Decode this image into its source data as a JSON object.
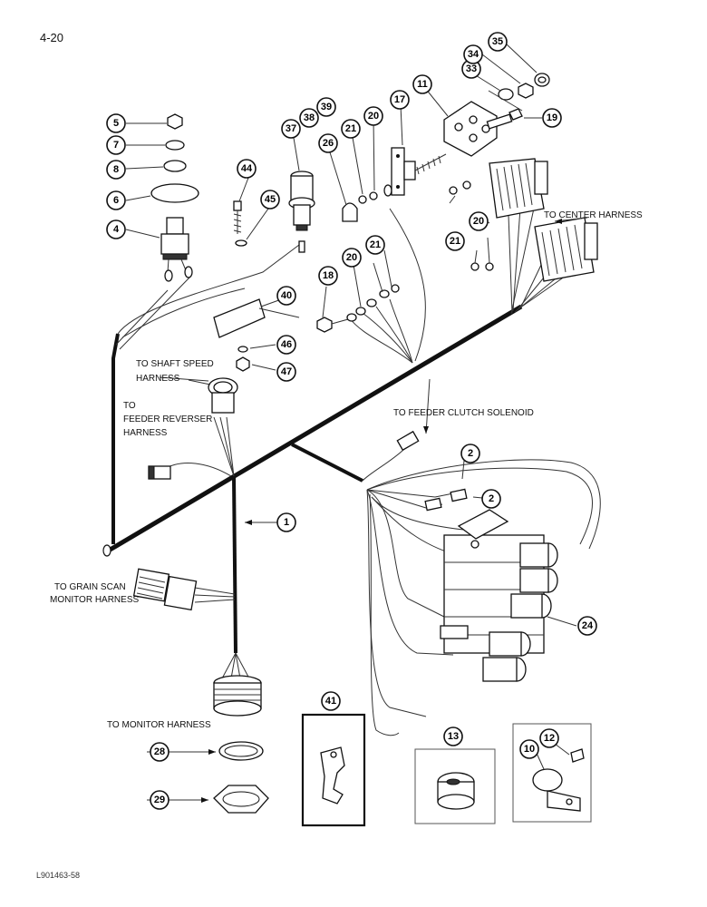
{
  "page": {
    "number": "4-20",
    "footer_code": "L901463-58"
  },
  "labels": {
    "to_center_harness": "TO CENTER HARNESS",
    "to_shaft_speed_1": "TO SHAFT SPEED",
    "to_shaft_speed_2": "HARNESS",
    "to_feeder_reverser_1": "TO",
    "to_feeder_reverser_2": "FEEDER REVERSER",
    "to_feeder_reverser_3": "HARNESS",
    "to_feeder_clutch": "TO FEEDER CLUTCH SOLENOID",
    "to_grain_scan_1": "TO GRAIN SCAN",
    "to_grain_scan_2": "MONITOR HARNESS",
    "to_monitor_harness": "TO MONITOR HARNESS"
  },
  "callouts": {
    "c1": "1",
    "c2a": "2",
    "c2b": "2",
    "c4": "4",
    "c5": "5",
    "c6": "6",
    "c7": "7",
    "c8": "8",
    "c10": "10",
    "c11": "11",
    "c12": "12",
    "c13": "13",
    "c17": "17",
    "c18": "18",
    "c19": "19",
    "c20a": "20",
    "c20b": "20",
    "c20c": "20",
    "c21a": "21",
    "c21b": "21",
    "c21c": "21",
    "c24": "24",
    "c26": "26",
    "c28": "28",
    "c29": "29",
    "c33": "33",
    "c34": "34",
    "c35": "35",
    "c37": "37",
    "c38": "38",
    "c39": "39",
    "c40": "40",
    "c41": "41",
    "c44": "44",
    "c45": "45",
    "c46": "46",
    "c47": "47"
  }
}
